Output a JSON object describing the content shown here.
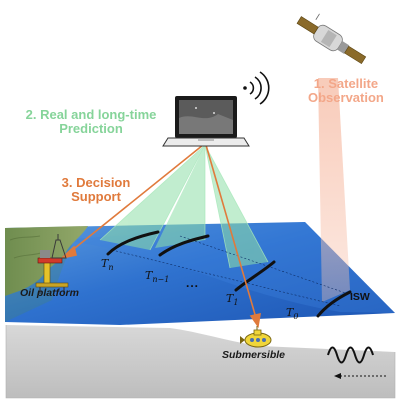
{
  "labels": {
    "step1_line1": "1. Satellite",
    "step1_line2": "Observation",
    "step2_line1": "2. Real and long-time",
    "step2_line2": "Prediction",
    "step3_line1": "3. Decision",
    "step3_line2": "Support",
    "oil_platform": "Oil platform",
    "submersible": "Submersible",
    "isw": "ISW",
    "ellipsis": "..."
  },
  "wave_labels": [
    {
      "base": "T",
      "sub": "n"
    },
    {
      "base": "T",
      "sub": "n−1"
    },
    {
      "base": "T",
      "sub": "1"
    },
    {
      "base": "T",
      "sub": "0"
    }
  ],
  "icons": [
    "satellite-icon",
    "laptop-icon",
    "wifi-signal-icon",
    "oil-platform-icon",
    "submersible-icon",
    "wave-icon",
    "arrow-left-icon"
  ],
  "colors": {
    "prediction_green": "#86d49a",
    "satellite_salmon": "#f3a789",
    "decision_orange": "#e07a3c",
    "ocean_blue": "#2a6fd1"
  }
}
